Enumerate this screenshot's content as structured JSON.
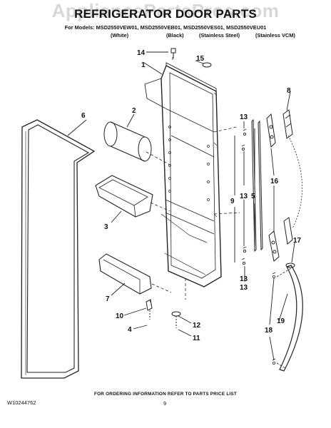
{
  "watermark": "AppliancePartsPros.com",
  "header": {
    "title": "REFRIGERATOR DOOR PARTS",
    "models": "For Models: MSD2550VEW01, MSD2550VEB01, MSD2550VES01, MSD2550VEU01",
    "variants": [
      "(White)",
      "(Black)",
      "(Stainless Steel)",
      "(Stainless VCM)"
    ]
  },
  "callouts": [
    "14",
    "15",
    "1",
    "2",
    "6",
    "8",
    "13",
    "13",
    "16",
    "3",
    "9",
    "5",
    "13",
    "17",
    "7",
    "13",
    "10",
    "12",
    "4",
    "11",
    "18",
    "19"
  ],
  "footer": {
    "note": "FOR ORDERING INFORMATION REFER TO PARTS PRICE LIST",
    "doc_id": "W10244762",
    "page_number": "9"
  }
}
